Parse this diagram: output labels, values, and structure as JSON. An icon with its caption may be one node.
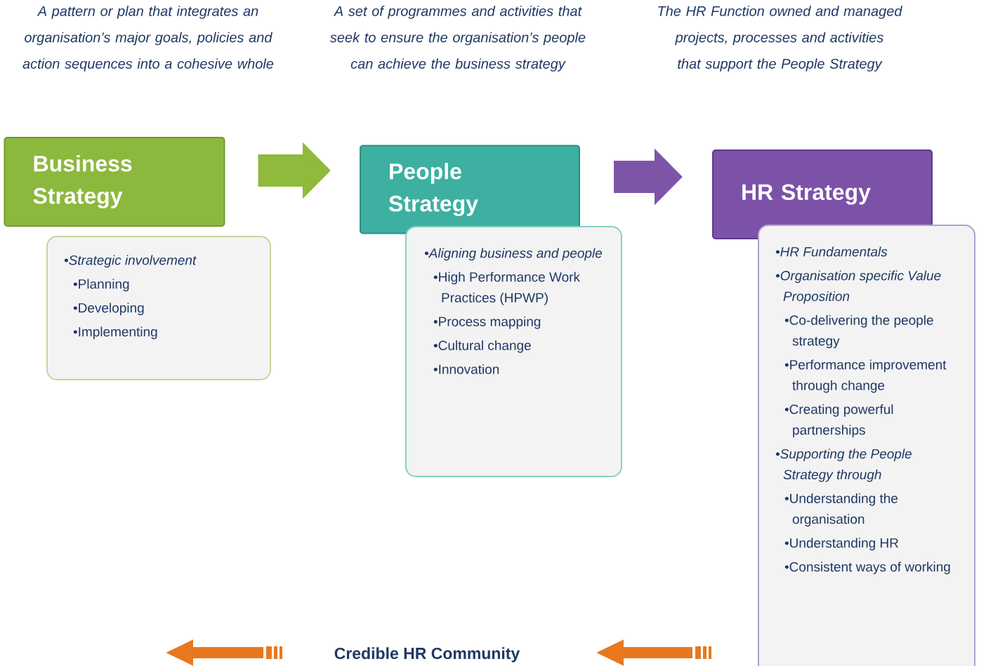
{
  "diagram": {
    "nodes": [
      {
        "text": [
          "Business Strategy"
        ]
      },
      {
        "text": [
          "•Strategic involvement",
          "•Planning",
          "•Developing",
          "•Implementing"
        ]
      },
      {
        "text": [
          "People Strategy"
        ]
      },
      {
        "text": [
          "•Aligning business and people",
          "•High Performance Work Practices (HPWP)",
          "•Process mapping",
          "•Cultural change",
          "•Innovation"
        ]
      },
      {
        "text": [
          "HR Strategy"
        ]
      },
      {
        "text": [
          "•HR Fundamentals",
          "•Organisation specific Value Proposition",
          "•Co-delivering the people strategy",
          "•Performance improvement through change",
          "•Creating powerful partnerships",
          "•Supporting the People Strategy through",
          "•Understanding the organisation",
          "•Understanding HR",
          "•Consistent ways of working"
        ]
      },
      {
        "text": [
          "Credible HR Community"
        ]
      }
    ],
    "edges": [
      {
        "from": 0,
        "to": 2,
        "arrow": "to",
        "color": "#8fba3c"
      },
      {
        "from": 2,
        "to": 4,
        "arrow": "to",
        "color": "#7d55a8"
      }
    ],
    "labels": [
      "A pattern or plan that integrates an organisation’s major goals, policies and action sequences into a cohesive whole",
      "A set of programmes and activities that seek to ensure the organisation’s people can achieve the business strategy",
      "The HR Function owned and managed projects, processes and activities that support the People Strategy"
    ]
  }
}
